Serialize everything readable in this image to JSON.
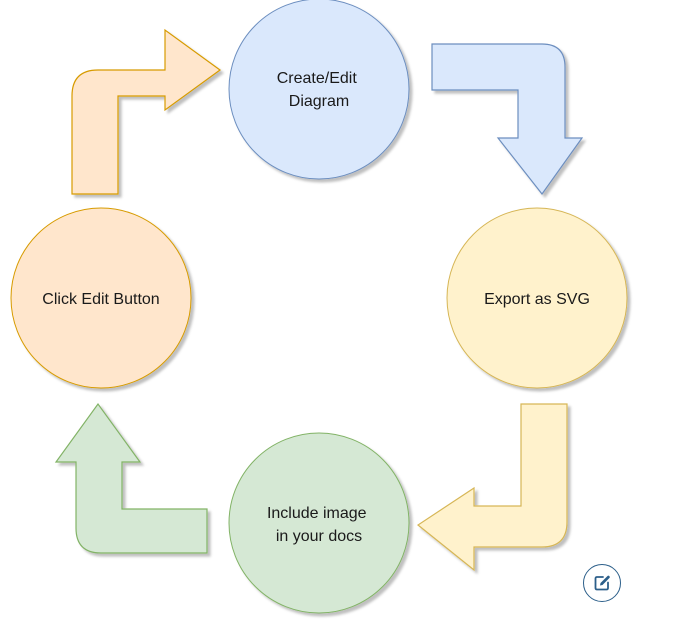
{
  "nodes": {
    "create_edit": {
      "lines": [
        "Create/Edit",
        "Diagram"
      ],
      "fill": "#dae8fc",
      "stroke": "#6c8ebf"
    },
    "export_svg": {
      "lines": [
        "Export as SVG"
      ],
      "fill": "#fff2cc",
      "stroke": "#d6b656"
    },
    "include_image": {
      "lines": [
        "Include image",
        "in your docs"
      ],
      "fill": "#d5e8d4",
      "stroke": "#82b366"
    },
    "click_edit": {
      "lines": [
        "Click Edit Button"
      ],
      "fill": "#ffe6cc",
      "stroke": "#d79b00"
    }
  },
  "arrows": {
    "orange": {
      "fill": "#ffe6cc",
      "stroke": "#d79b00"
    },
    "blue": {
      "fill": "#dae8fc",
      "stroke": "#6c8ebf"
    },
    "yellow": {
      "fill": "#fff2cc",
      "stroke": "#d6b656"
    },
    "green": {
      "fill": "#d5e8d4",
      "stroke": "#82b366"
    }
  },
  "edit_button": {
    "icon": "edit-icon",
    "color": "#2c5f8a"
  }
}
